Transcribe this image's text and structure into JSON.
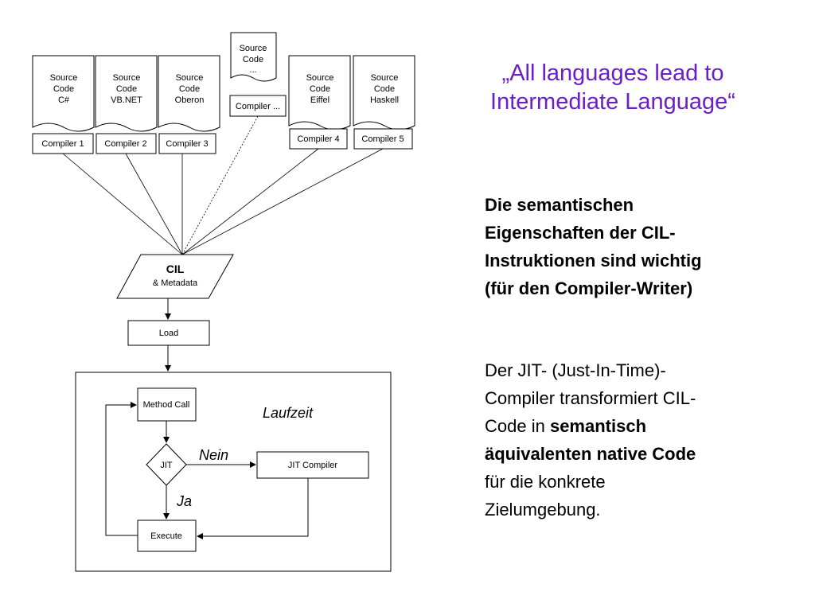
{
  "title": {
    "line1": "„All languages lead to",
    "line2": "Intermediate Language“"
  },
  "semantic_text": {
    "line1": "Die semantischen",
    "line2": "Eigenschaften der CIL-",
    "line3": "Instruktionen sind wichtig",
    "line4": "(für den Compiler-Writer)"
  },
  "jit_text": {
    "line1": "Der JIT- (Just-In-Time)-",
    "line2": "Compiler transformiert CIL-",
    "line3_plain": "Code in ",
    "line3_bold": "semantisch",
    "line4_bold": "äquivalenten native Code",
    "line5": "für die konkrete",
    "line6": "Zielumgebung."
  },
  "diagram": {
    "sources": [
      {
        "id": "csharp",
        "line1": "Source",
        "line2": "Code",
        "line3": "C#",
        "compiler": "Compiler 1"
      },
      {
        "id": "vbnet",
        "line1": "Source",
        "line2": "Code",
        "line3": "VB.NET",
        "compiler": "Compiler 2"
      },
      {
        "id": "oberon",
        "line1": "Source",
        "line2": "Code",
        "line3": "Oberon",
        "compiler": "Compiler 3"
      },
      {
        "id": "other",
        "line1": "Source",
        "line2": "Code",
        "line3": "...",
        "compiler": "Compiler ..."
      },
      {
        "id": "eiffel",
        "line1": "Source",
        "line2": "Code",
        "line3": "Eiffel",
        "compiler": "Compiler 4"
      },
      {
        "id": "haskell",
        "line1": "Source",
        "line2": "Code",
        "line3": "Haskell",
        "compiler": "Compiler 5"
      }
    ],
    "cil": {
      "label": "CIL",
      "sublabel": "& Metadata"
    },
    "load": "Load",
    "runtime_label": "Laufzeit",
    "method_call": "Method Call",
    "jit": "JIT",
    "no_label": "Nein",
    "yes_label": "Ja",
    "jit_compiler": "JIT Compiler",
    "execute": "Execute"
  }
}
